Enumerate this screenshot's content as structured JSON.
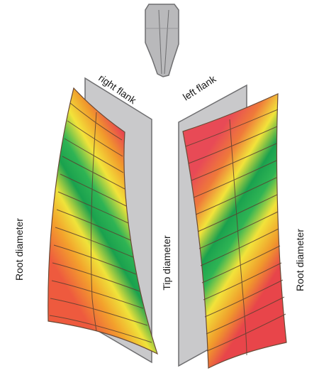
{
  "labels": {
    "right_flank": "right flank",
    "left_flank": "left flank",
    "root_diameter_left": "Root diameter",
    "tip_diameter": "Tip diameter",
    "root_diameter_right": "Root diameter"
  },
  "colors": {
    "background": "#ffffff",
    "plate_fill": "#c9c9cb",
    "plate_stroke": "#6e6e70",
    "probe_fill": "#b9b9bb",
    "deviation_red": "#e8454a",
    "deviation_orange": "#f08a2a",
    "deviation_yellow": "#f2e33a",
    "deviation_green": "#16a34e",
    "grid_line": "#5b4030"
  }
}
